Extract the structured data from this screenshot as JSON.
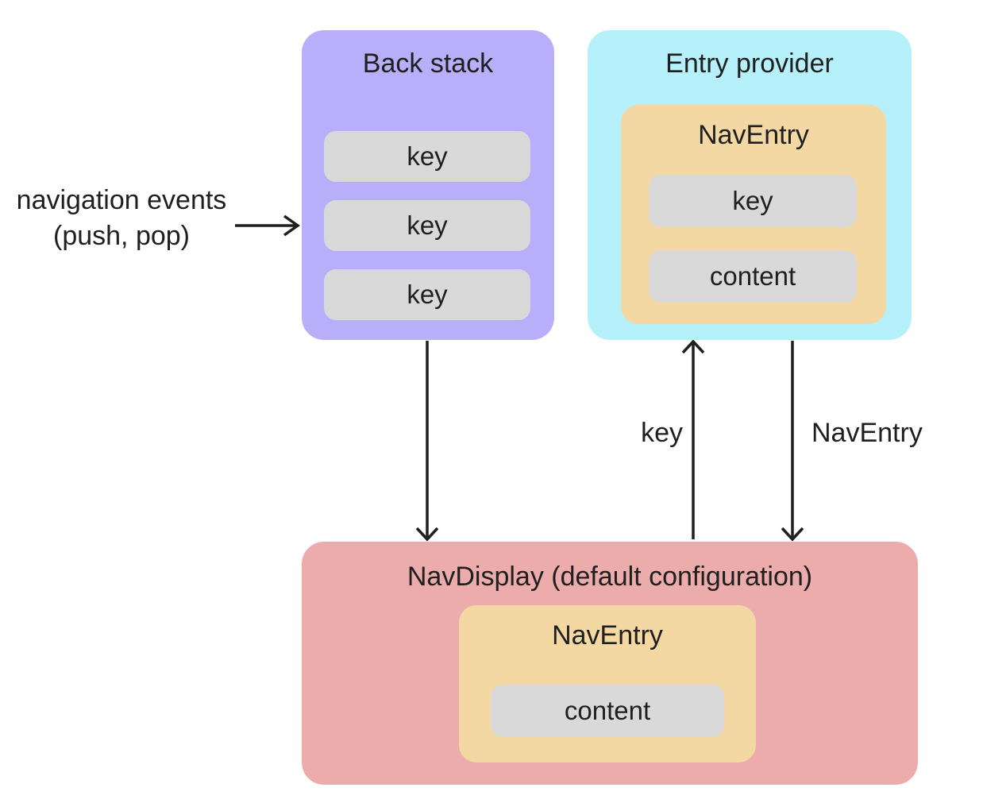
{
  "colors": {
    "purple": "#b8aef9",
    "cyan": "#b5f0fb",
    "tan": "#f3d8a3",
    "pink": "#ecacac",
    "gray": "#d9d9d9",
    "ink": "#1f1f1f"
  },
  "navigation_events": {
    "line1": "navigation events",
    "line2": "(push, pop)"
  },
  "back_stack": {
    "title": "Back stack",
    "keys": [
      "key",
      "key",
      "key"
    ]
  },
  "entry_provider": {
    "title": "Entry provider",
    "nav_entry": {
      "title": "NavEntry",
      "key": "key",
      "content": "content"
    }
  },
  "nav_display": {
    "title": "NavDisplay (default configuration)",
    "nav_entry": {
      "title": "NavEntry",
      "content": "content"
    }
  },
  "arrow_labels": {
    "key": "key",
    "nav_entry": "NavEntry"
  }
}
